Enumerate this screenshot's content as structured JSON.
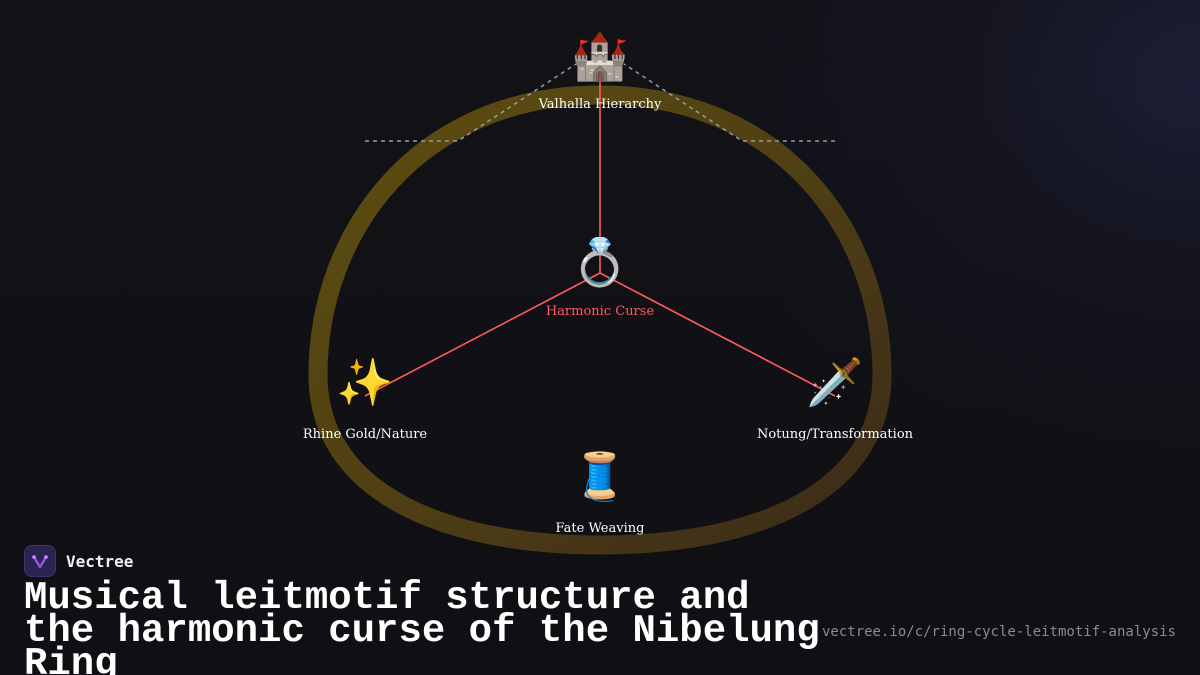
{
  "diagram": {
    "nodes": {
      "top": {
        "icon": "castle-icon",
        "glyph": "🏰",
        "label": "Valhalla Hierarchy"
      },
      "center": {
        "icon": "ring-icon",
        "glyph": "💍",
        "label": "Harmonic Curse"
      },
      "left": {
        "icon": "sparkles-icon",
        "glyph": "✨",
        "label": "Rhine Gold/Nature"
      },
      "right": {
        "icon": "dagger-icon",
        "glyph": "🗡️",
        "label": "Notung/Transformation"
      },
      "bottom": {
        "icon": "thread-spool-icon",
        "glyph": "🧵",
        "label": "Fate Weaving"
      }
    },
    "colors": {
      "ring": "#5a4a12",
      "connector": "#ff5c5c",
      "dashed": "#9a9a9a",
      "center_label": "#ff5c5c"
    }
  },
  "branding": {
    "name": "Vectree",
    "logo_icon": "vectree-logo-icon"
  },
  "title": "Musical leitmotif structure and the harmonic curse of the Nibelung Ring",
  "source_url": "vectree.io/c/ring-cycle-leitmotif-analysis"
}
